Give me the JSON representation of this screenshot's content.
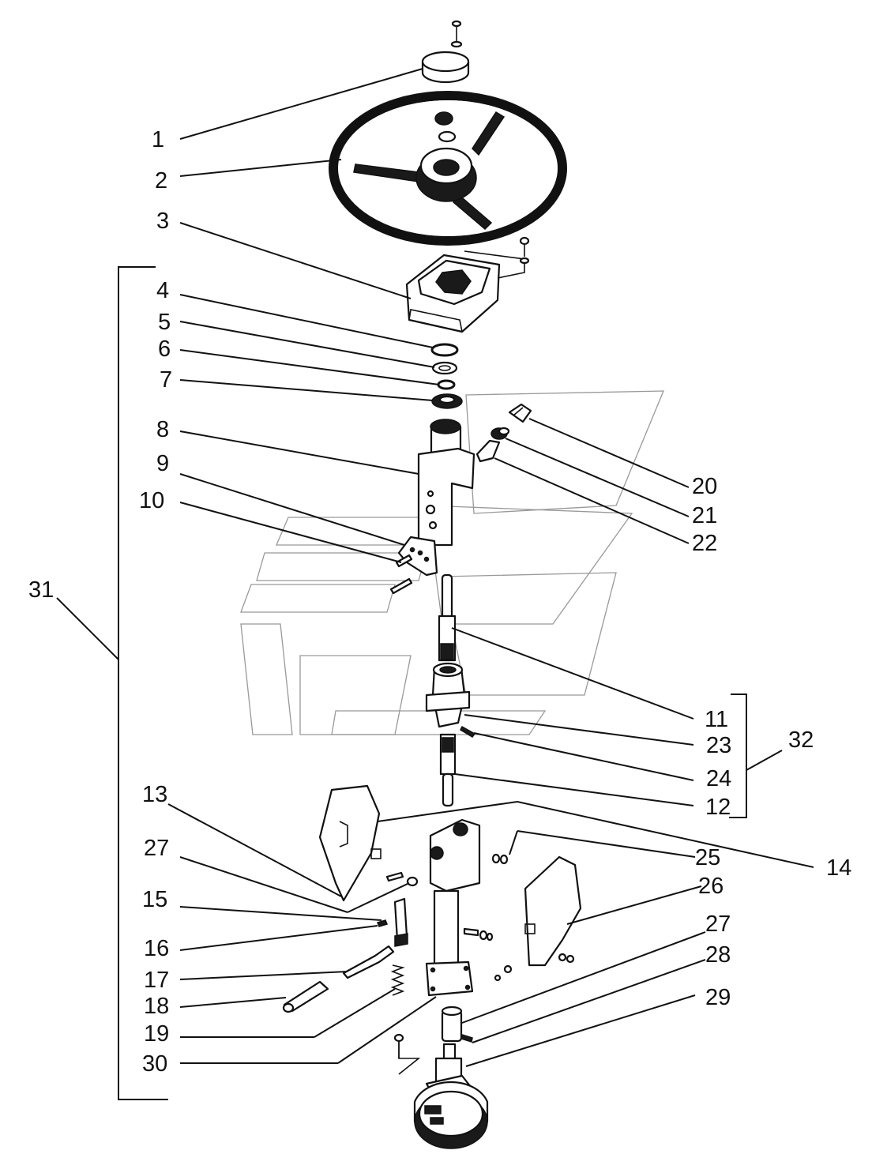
{
  "callouts": {
    "c1": "1",
    "c2": "2",
    "c3": "3",
    "c4": "4",
    "c5": "5",
    "c6": "6",
    "c7": "7",
    "c8": "8",
    "c9": "9",
    "c10": "10",
    "c11": "11",
    "c12": "12",
    "c13": "13",
    "c14": "14",
    "c15": "15",
    "c16": "16",
    "c17": "17",
    "c18": "18",
    "c19": "19",
    "c20": "20",
    "c21": "21",
    "c22": "22",
    "c23": "23",
    "c24": "24",
    "c25": "25",
    "c26": "26",
    "c27a": "27",
    "c27b": "27",
    "c28": "28",
    "c29": "29",
    "c30": "30",
    "c31": "31",
    "c32": "32"
  }
}
